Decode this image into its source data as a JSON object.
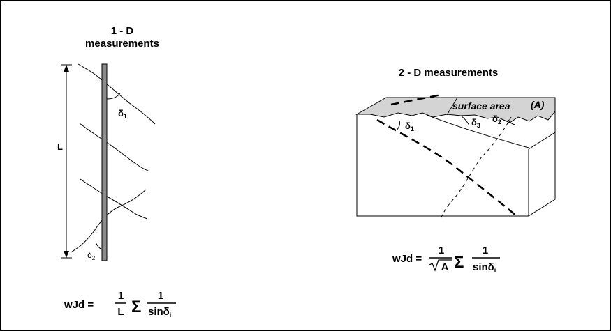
{
  "left_panel": {
    "title_line1": "1 - D",
    "title_line2": "measurements",
    "length_label": "L",
    "angle1": {
      "symbol": "δ",
      "sub": "1"
    },
    "angle2": {
      "symbol": "δ",
      "sub": "2"
    },
    "formula": {
      "lhs": "wJd =",
      "frac1_num": "1",
      "frac1_den": "L",
      "sum": "Σ",
      "frac2_num": "1",
      "frac2_den": "sinδ",
      "frac2_den_sub": "i"
    }
  },
  "right_panel": {
    "title": "2 - D  measurements",
    "surface_label": "surface area",
    "area_label": "(A)",
    "angle1": {
      "symbol": "δ",
      "sub": "1"
    },
    "angle2": {
      "symbol": "δ",
      "sub": "2"
    },
    "angle3": {
      "symbol": "δ",
      "sub": "3"
    },
    "formula": {
      "lhs": "wJd =",
      "frac1_num": "1",
      "frac1_den": "A",
      "sum": "Σ",
      "frac2_num": "1",
      "frac2_den": "sinδ",
      "frac2_den_sub": "i"
    }
  },
  "colors": {
    "rod": "#8c8c8c",
    "surface": "#d4d4d4",
    "ink": "#000000"
  }
}
